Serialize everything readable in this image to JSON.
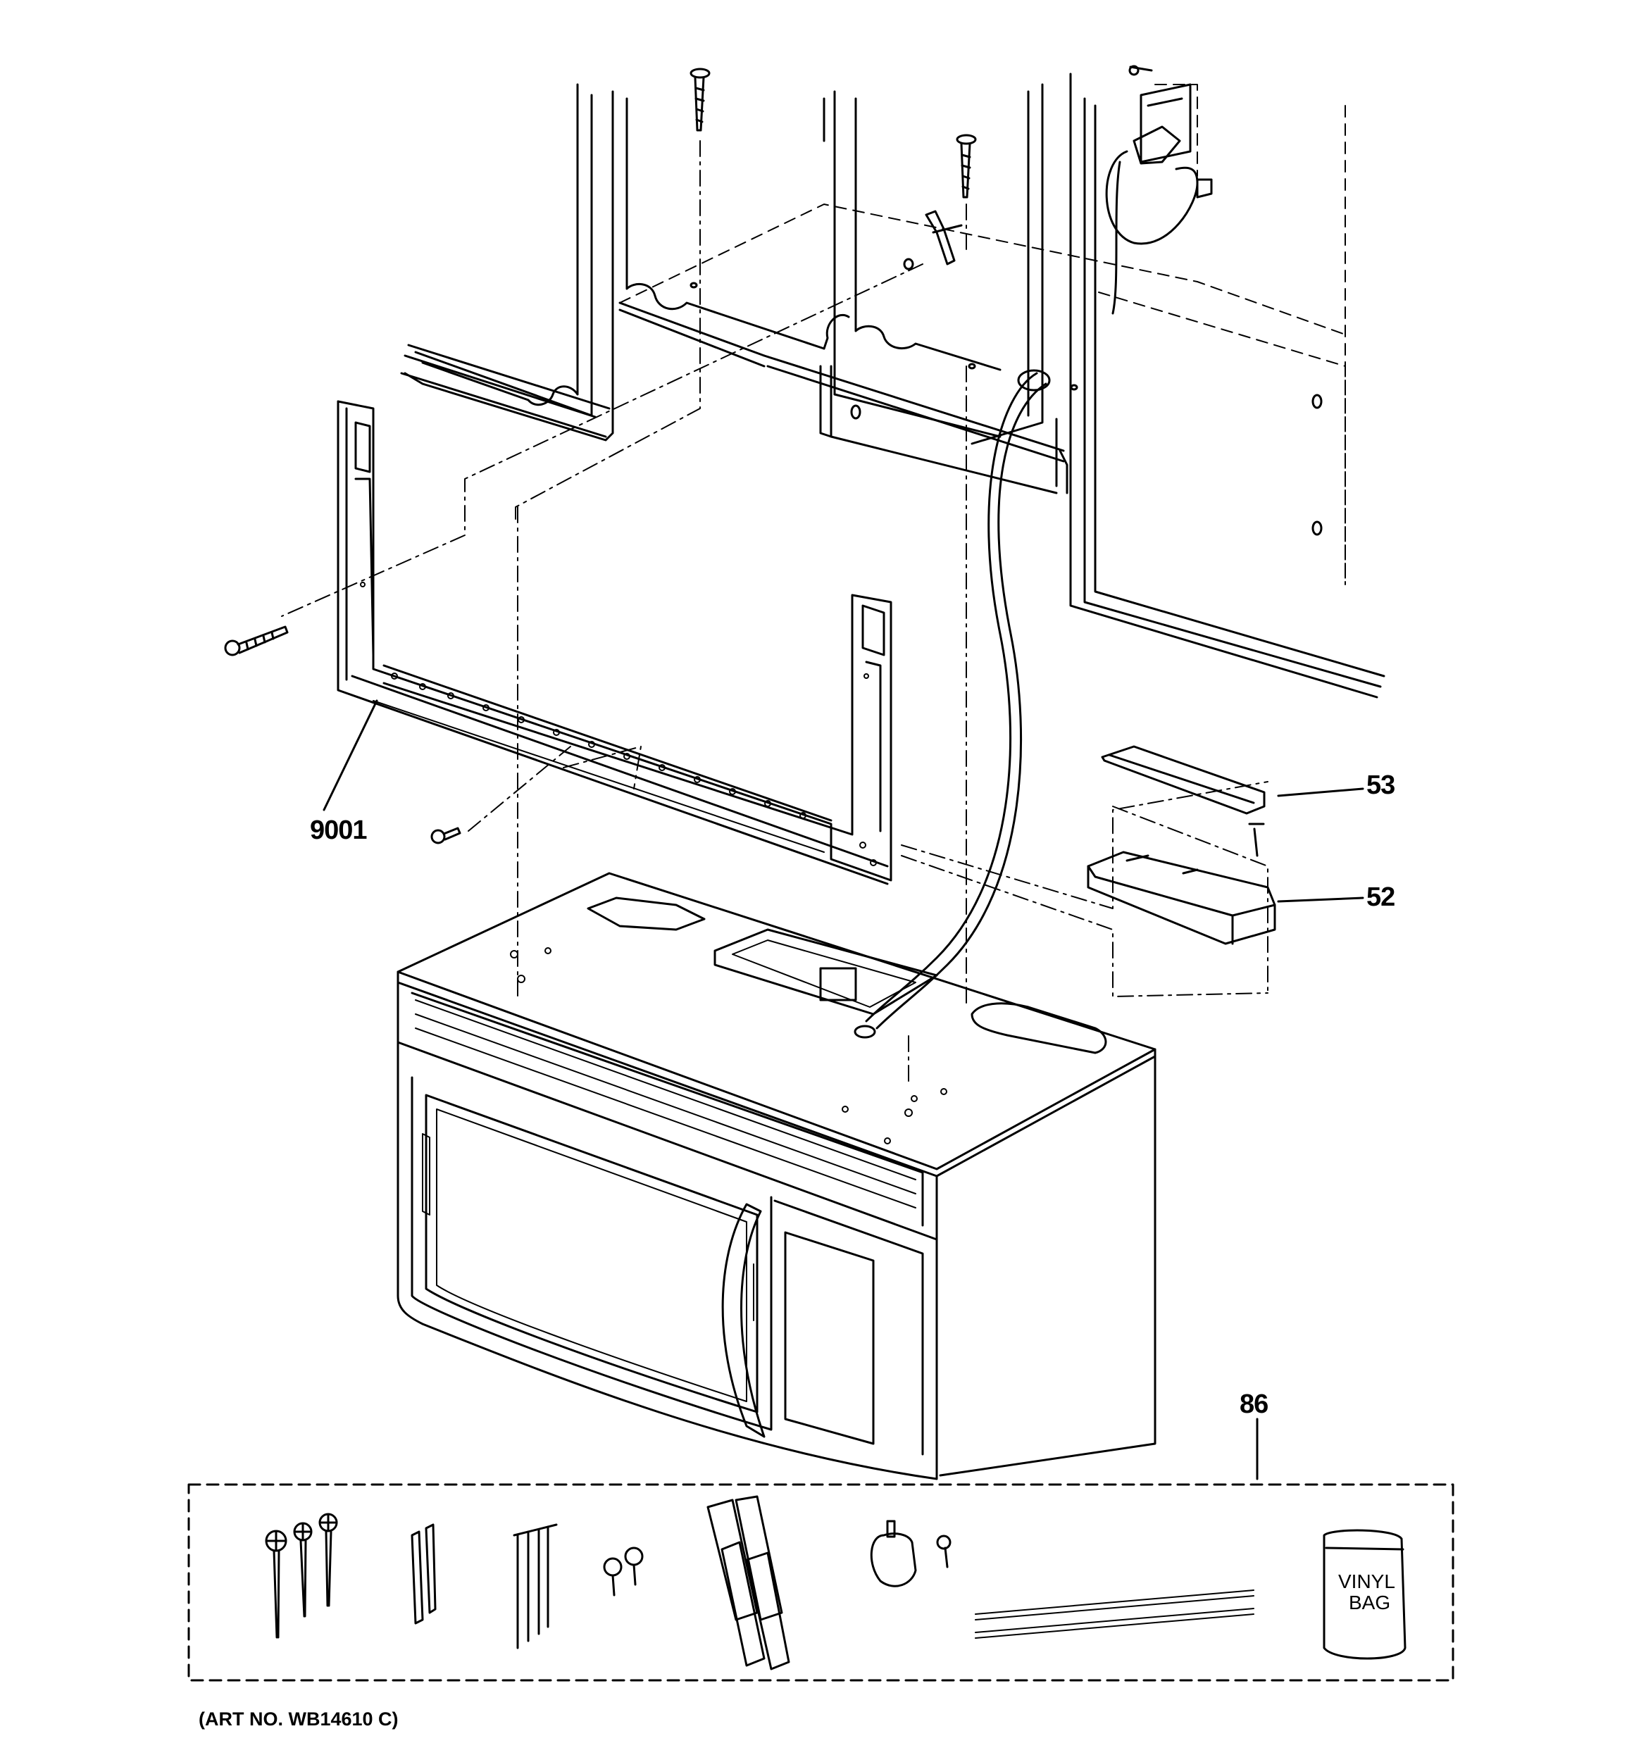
{
  "diagram": {
    "callouts": {
      "bracket": "9001",
      "filter_cover": "53",
      "filter_tray": "52",
      "hardware_kit": "86"
    },
    "bag_label_line1": "VINYL",
    "bag_label_line2": "BAG",
    "art_number": "(ART NO. WB14610 C)"
  }
}
